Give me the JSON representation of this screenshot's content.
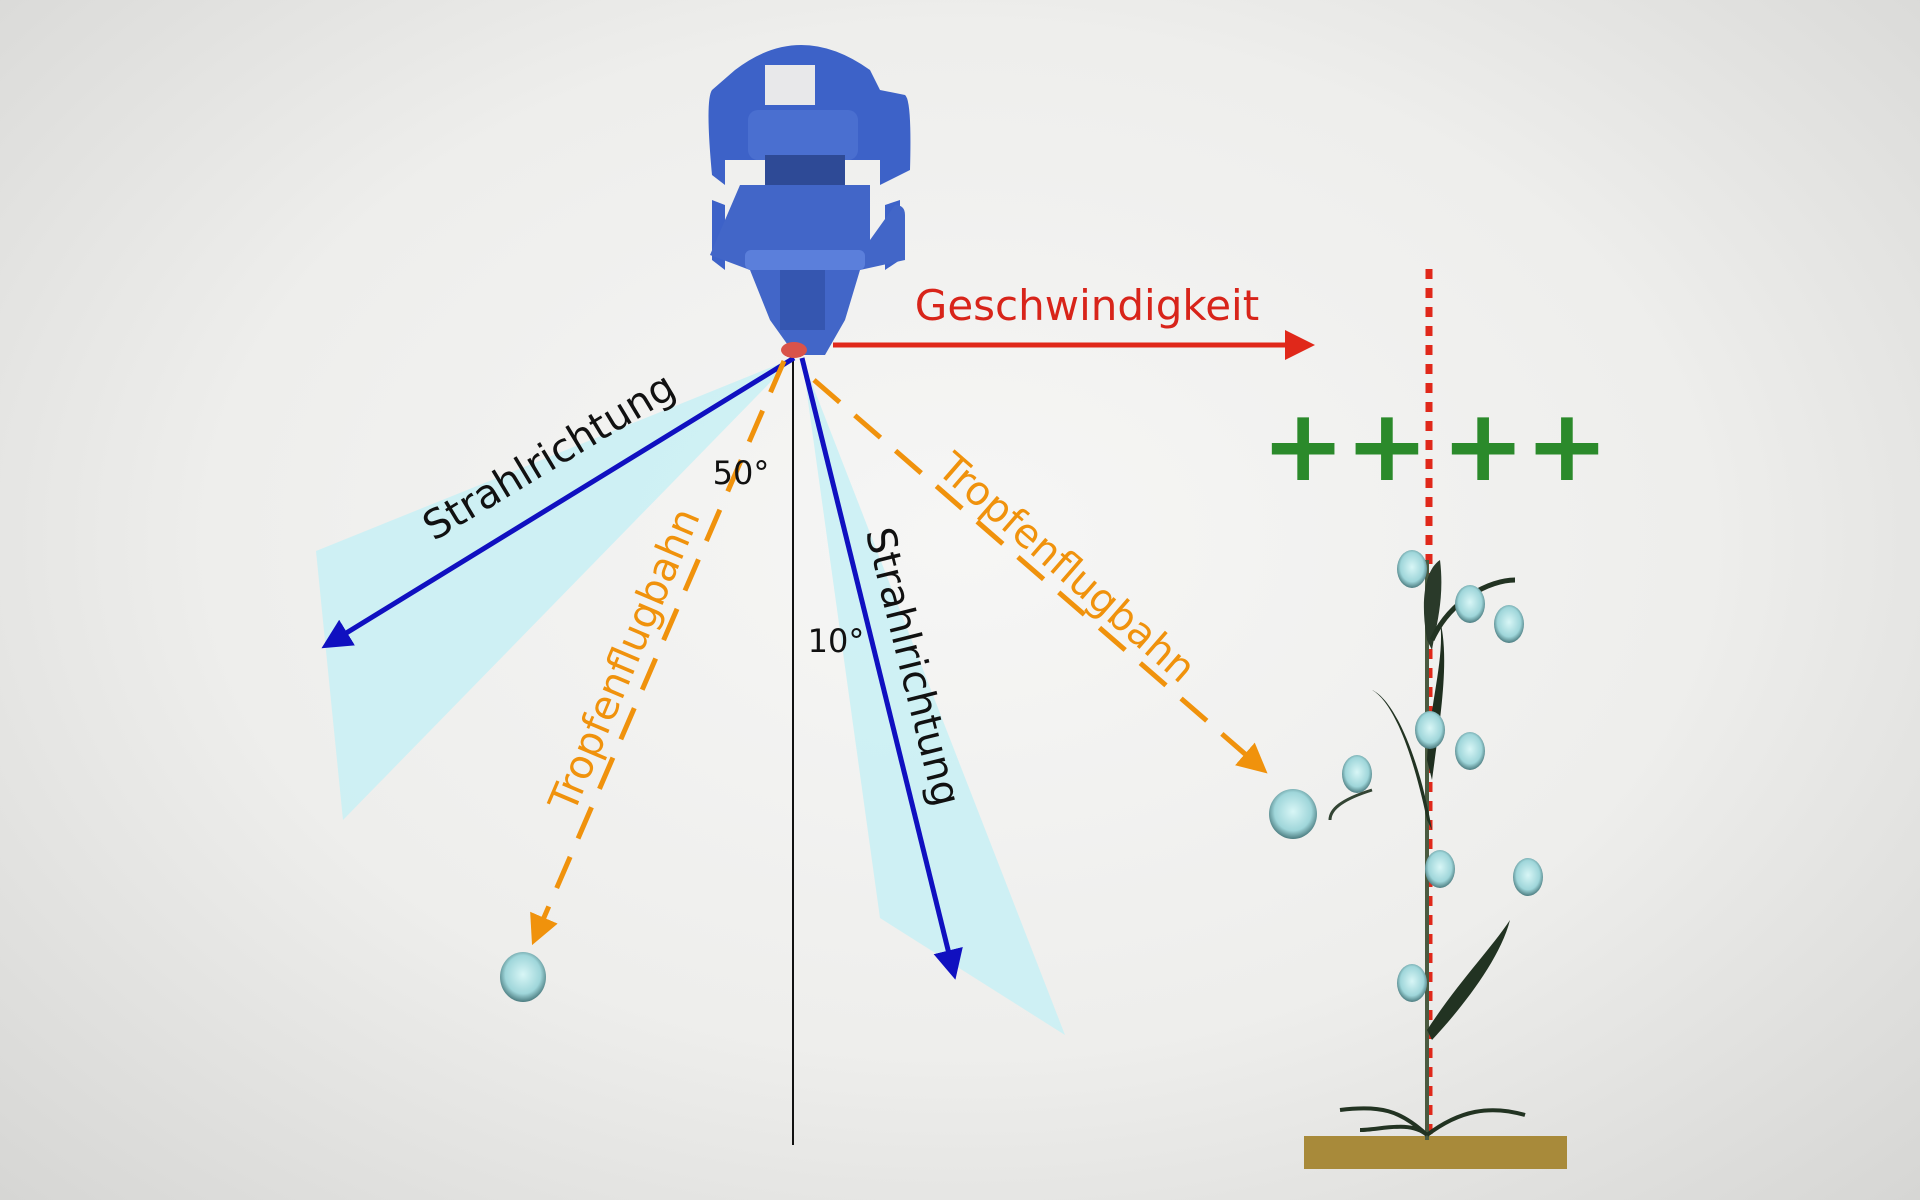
{
  "labels": {
    "speed": "Geschwindigkeit",
    "jet_left": "Strahlrichtung",
    "jet_right": "Strahlrichtung",
    "droplet_left": "Tropfenflugbahn",
    "droplet_right": "Tropfenflugbahn",
    "angle_left": "50°",
    "angle_right": "10°",
    "plus_left": "++",
    "plus_right": "++"
  },
  "colors": {
    "nozzle": "#3d62c8",
    "jet_arrow": "#1010c0",
    "droplet_path": "#f0920c",
    "speed_arrow": "#e0281a",
    "plus": "#2b8a2b",
    "spray_fan": "#c8f0f4",
    "droplet": "#a8dde0",
    "soil": "#a88a3a"
  }
}
